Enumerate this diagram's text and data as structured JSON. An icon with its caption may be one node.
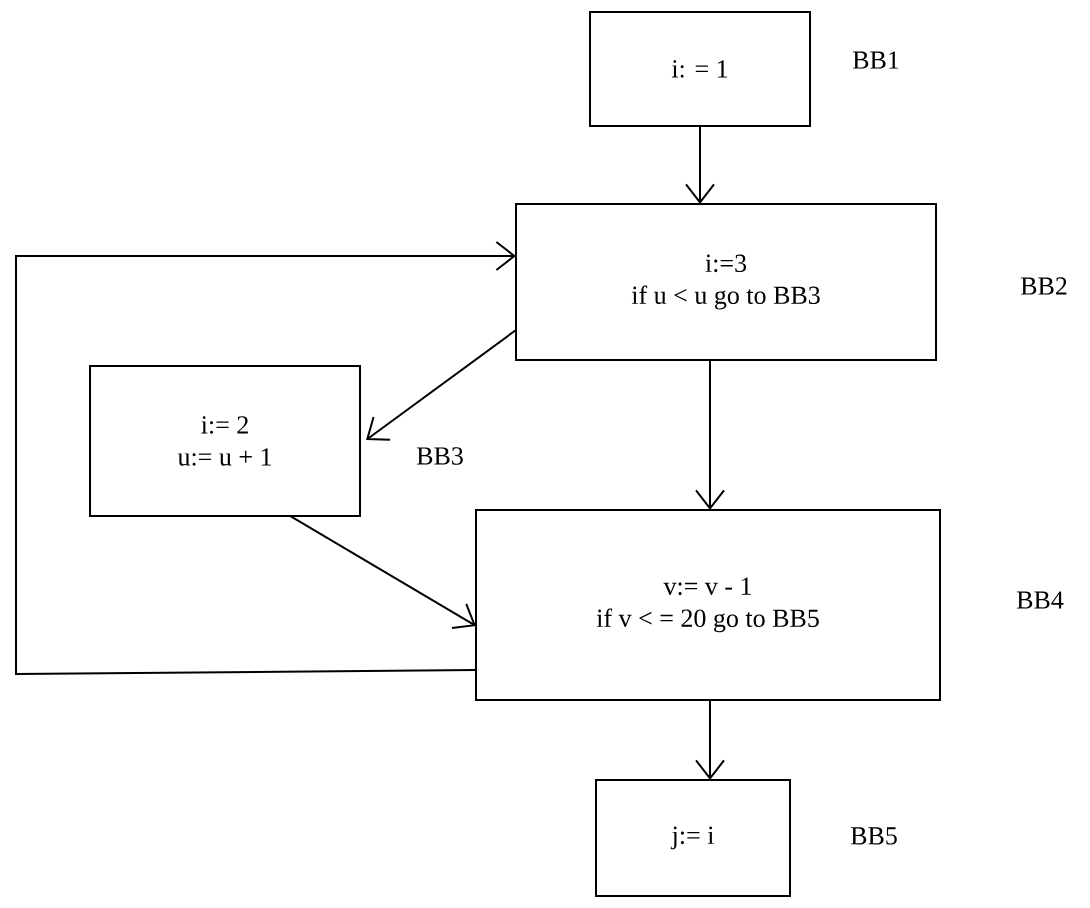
{
  "diagram": {
    "nodes": [
      {
        "text": [
          "i: = 1"
        ],
        "beside": [
          "BB1"
        ]
      },
      {
        "text": [
          "i:=3",
          "if u < u go to BB3"
        ],
        "beside": [
          "BB2"
        ]
      },
      {
        "text": [
          "i:= 2",
          "u:= u + 1"
        ],
        "beside": [
          "BB3"
        ]
      },
      {
        "text": [
          "v:= v - 1",
          "if v < = 20 go to BB5"
        ],
        "beside": [
          "BB4"
        ]
      },
      {
        "text": [
          "j:= i"
        ],
        "beside": [
          "BB5"
        ]
      }
    ],
    "edges": [
      {
        "from": 0,
        "to": 1,
        "arrow": "to"
      },
      {
        "from": 1,
        "to": 2,
        "arrow": "to"
      },
      {
        "from": 1,
        "to": 3,
        "arrow": "to"
      },
      {
        "from": 2,
        "to": 3,
        "arrow": "to"
      },
      {
        "from": 3,
        "to": 1,
        "arrow": "to"
      },
      {
        "from": 3,
        "to": 4,
        "arrow": "to"
      }
    ]
  }
}
